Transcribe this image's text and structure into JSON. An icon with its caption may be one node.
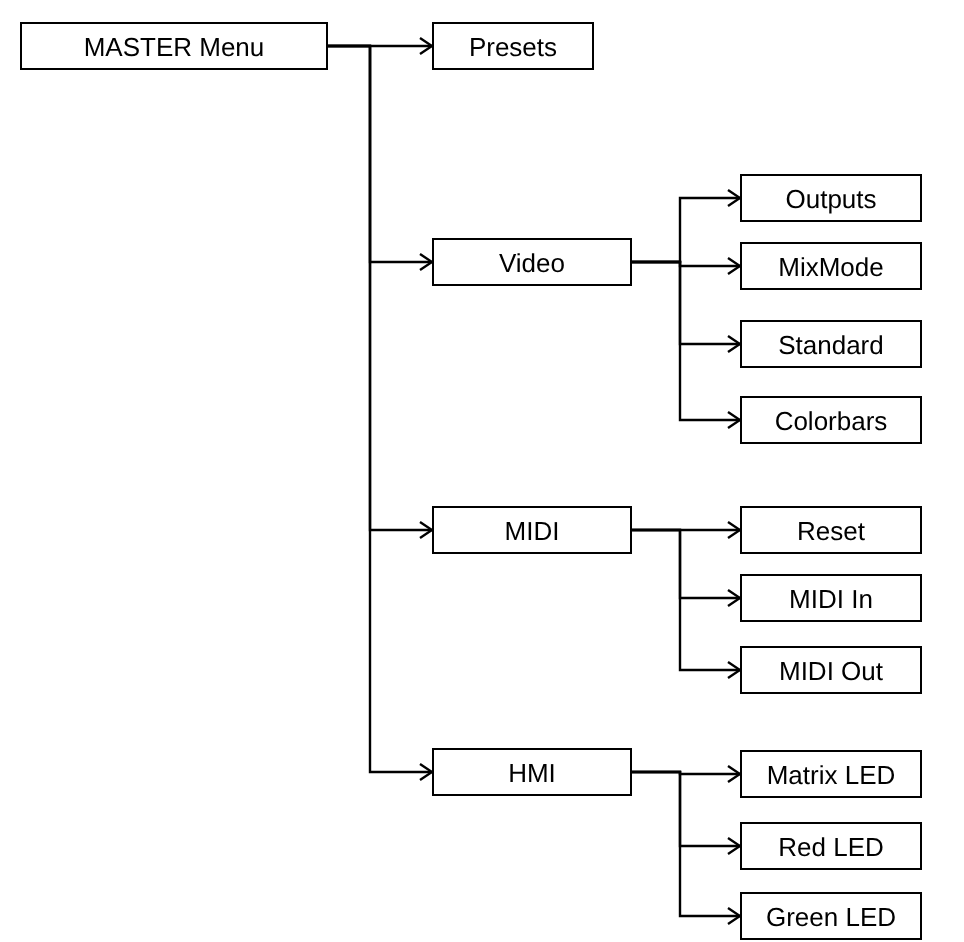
{
  "diagram": {
    "nodes": [
      {
        "text": [
          "MASTER Menu"
        ]
      },
      {
        "text": [
          "Presets"
        ]
      },
      {
        "text": [
          "Video"
        ]
      },
      {
        "text": [
          "Outputs"
        ]
      },
      {
        "text": [
          "MixMode"
        ]
      },
      {
        "text": [
          "Standard"
        ]
      },
      {
        "text": [
          "Colorbars"
        ]
      },
      {
        "text": [
          "MIDI"
        ]
      },
      {
        "text": [
          "Reset"
        ]
      },
      {
        "text": [
          "MIDI In"
        ]
      },
      {
        "text": [
          "MIDI Out"
        ]
      },
      {
        "text": [
          "HMI"
        ]
      },
      {
        "text": [
          "Matrix LED"
        ]
      },
      {
        "text": [
          "Red LED"
        ]
      },
      {
        "text": [
          "Green LED"
        ]
      }
    ],
    "edges": [
      {
        "from": 0,
        "to": 1,
        "arrow": "to"
      },
      {
        "from": 0,
        "to": 2,
        "arrow": "to"
      },
      {
        "from": 0,
        "to": 7,
        "arrow": "to"
      },
      {
        "from": 0,
        "to": 11,
        "arrow": "to"
      },
      {
        "from": 2,
        "to": 3,
        "arrow": "to"
      },
      {
        "from": 2,
        "to": 4,
        "arrow": "to"
      },
      {
        "from": 2,
        "to": 5,
        "arrow": "to"
      },
      {
        "from": 2,
        "to": 6,
        "arrow": "to"
      },
      {
        "from": 7,
        "to": 8,
        "arrow": "to"
      },
      {
        "from": 7,
        "to": 9,
        "arrow": "to"
      },
      {
        "from": 7,
        "to": 10,
        "arrow": "to"
      },
      {
        "from": 11,
        "to": 12,
        "arrow": "to"
      },
      {
        "from": 11,
        "to": 13,
        "arrow": "to"
      },
      {
        "from": 11,
        "to": 14,
        "arrow": "to"
      }
    ]
  }
}
